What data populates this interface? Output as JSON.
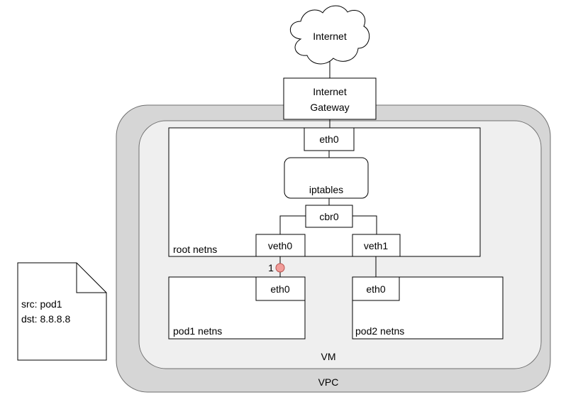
{
  "colors": {
    "vpc_fill": "#d6d6d6",
    "vm_fill": "#efefef",
    "box_fill": "#ffffff",
    "stroke": "#000000",
    "marker_fill": "#f19c99",
    "marker_stroke": "#b85450"
  },
  "diagram": {
    "internet": "Internet",
    "gateway_line1": "Internet",
    "gateway_line2": "Gateway",
    "vpc_label": "VPC",
    "vm_label": "VM",
    "root_netns_label": "root netns",
    "root_eth0": "eth0",
    "iptables": "iptables",
    "cbr0": "cbr0",
    "veth0": "veth0",
    "veth1": "veth1",
    "pod1_netns_label": "pod1 netns",
    "pod1_eth0": "eth0",
    "pod2_netns_label": "pod2 netns",
    "pod2_eth0": "eth0",
    "marker_number": "1",
    "packet": {
      "src": "src: pod1",
      "dst": "dst: 8.8.8.8"
    }
  }
}
